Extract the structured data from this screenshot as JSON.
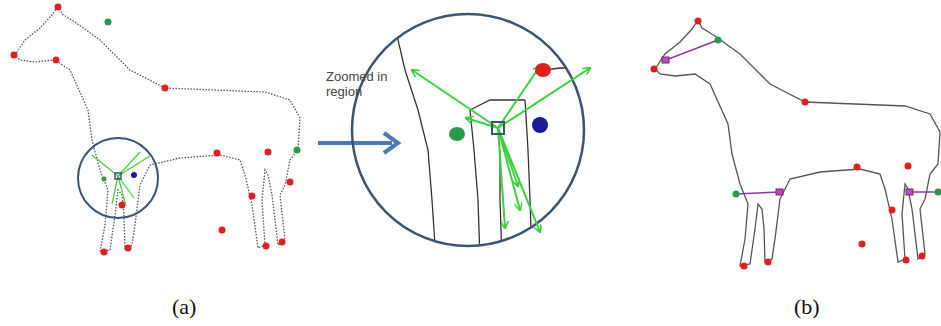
{
  "diagram": {
    "labels": [
      "Zoomed in region",
      "(a)",
      "(b)"
    ]
  }
}
